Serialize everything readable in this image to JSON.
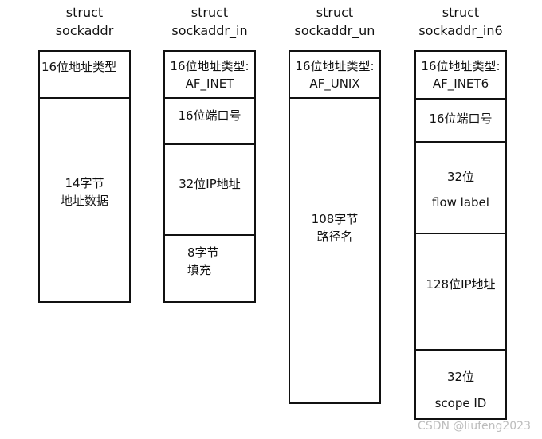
{
  "columns": [
    {
      "title_line1": "struct",
      "title_line2": "sockaddr",
      "fields": [
        {
          "line1": "16位地址类型",
          "line2": ""
        },
        {
          "line1": "14字节",
          "line2": "地址数据"
        }
      ]
    },
    {
      "title_line1": "struct",
      "title_line2": "sockaddr_in",
      "fields": [
        {
          "line1": "16位地址类型:",
          "line2": "AF_INET"
        },
        {
          "line1": "16位端口号",
          "line2": ""
        },
        {
          "line1": "32位IP地址",
          "line2": ""
        },
        {
          "line1": "8字节",
          "line2": "填充"
        }
      ]
    },
    {
      "title_line1": "struct",
      "title_line2": "sockaddr_un",
      "fields": [
        {
          "line1": "16位地址类型:",
          "line2": "AF_UNIX"
        },
        {
          "line1": "108字节",
          "line2": "路径名"
        }
      ]
    },
    {
      "title_line1": "struct",
      "title_line2": "sockaddr_in6",
      "fields": [
        {
          "line1": "16位地址类型:",
          "line2": "AF_INET6"
        },
        {
          "line1": "16位端口号",
          "line2": ""
        },
        {
          "line1": "32位",
          "line2": "flow label"
        },
        {
          "line1": "128位IP地址",
          "line2": ""
        },
        {
          "line1": "32位",
          "line2": "scope ID"
        }
      ]
    }
  ],
  "watermark": "CSDN @liufeng2023"
}
